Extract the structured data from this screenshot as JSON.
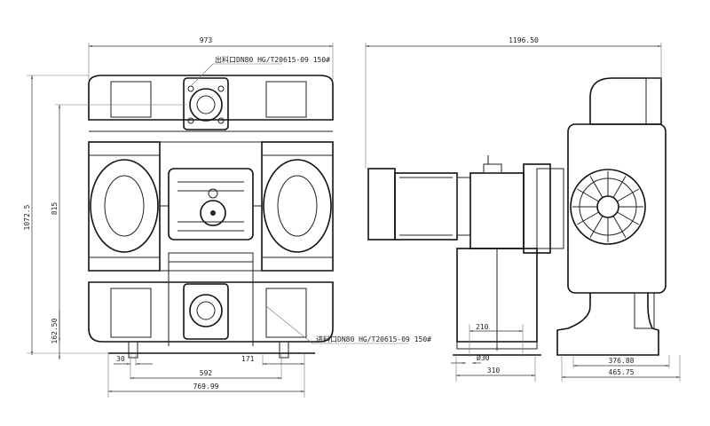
{
  "front_view": {
    "overall_width": "973",
    "overall_height": "1072.5",
    "port_height": "815",
    "base_height": "162.50",
    "outlet_note": "出料口DN80 HG/T20615-09 150#",
    "inlet_note": "进料口DN80 HG/T20615-09 150#",
    "foot_width": "30",
    "foot_offset": "171",
    "bolt_spacing": "592",
    "base_width": "769.99"
  },
  "side_view": {
    "overall_length": "1196.50",
    "base_bolt_spacing": "210",
    "bolt_hole": "Ø30",
    "base_length": "310",
    "foot_inner": "376.88",
    "foot_outer": "465.75"
  }
}
